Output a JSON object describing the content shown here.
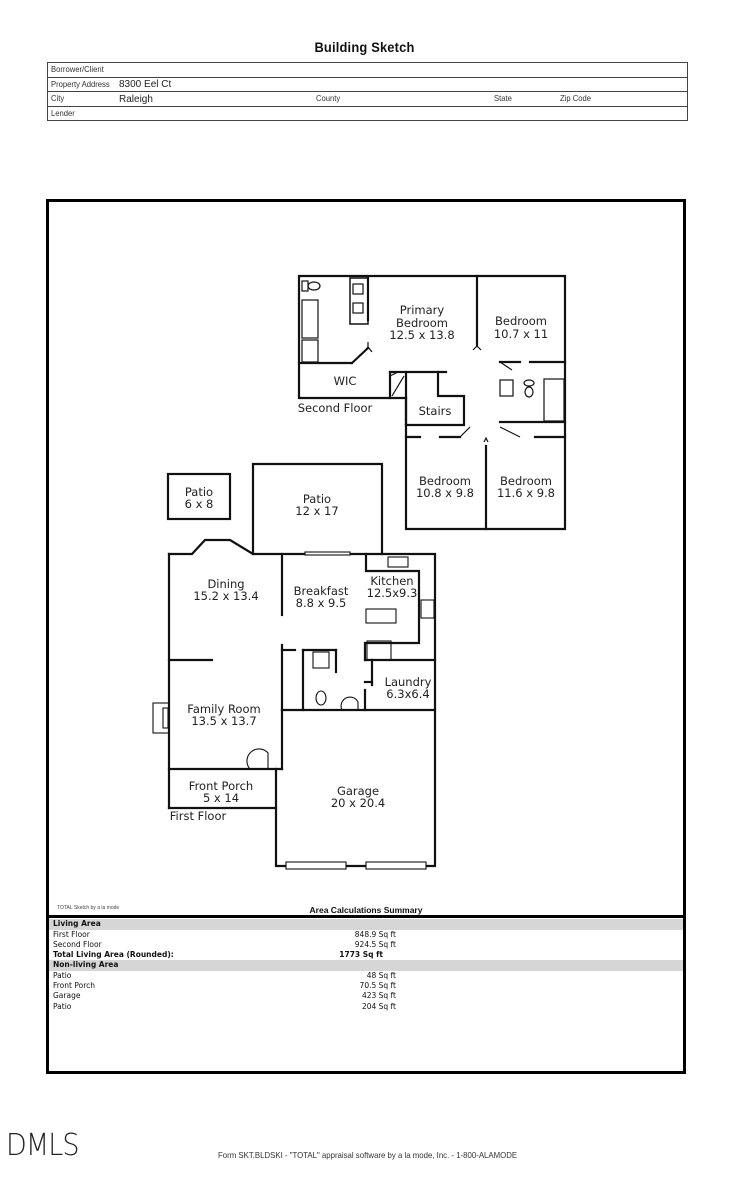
{
  "document": {
    "title": "Building Sketch",
    "header": {
      "borrower_label": "Borrower/Client",
      "borrower_value": "",
      "address_label": "Property Address",
      "address_value": "8300 Eel Ct",
      "city_label": "City",
      "city_value": "Raleigh",
      "county_label": "County",
      "state_label": "State",
      "zip_label": "Zip Code",
      "lender_label": "Lender"
    }
  },
  "sketch": {
    "second_floor_label": "Second Floor",
    "first_floor_label": "First Floor",
    "rooms": {
      "primary_bedroom": {
        "name1": "Primary",
        "name2": "Bedroom",
        "dims": "12.5 x 13.8"
      },
      "bedroom_ne": {
        "name": "Bedroom",
        "dims": "10.7 x 11"
      },
      "wic": {
        "name": "WIC"
      },
      "stairs": {
        "name": "Stairs"
      },
      "bedroom_sw": {
        "name": "Bedroom",
        "dims": "10.8 x 9.8"
      },
      "bedroom_se": {
        "name": "Bedroom",
        "dims": "11.6 x 9.8"
      },
      "patio_small": {
        "name": "Patio",
        "dims": "6 x 8"
      },
      "patio_large": {
        "name": "Patio",
        "dims": "12 x 17"
      },
      "dining": {
        "name": "Dining",
        "dims": "15.2 x 13.4"
      },
      "breakfast": {
        "name": "Breakfast",
        "dims": "8.8 x 9.5"
      },
      "kitchen": {
        "name": "Kitchen",
        "dims": "12.5x9.3"
      },
      "laundry": {
        "name": "Laundry",
        "dims": "6.3x6.4"
      },
      "family_room": {
        "name": "Family Room",
        "dims": "13.5 x 13.7"
      },
      "front_porch": {
        "name": "Front Porch",
        "dims": "5 x 14"
      },
      "garage": {
        "name": "Garage",
        "dims": "20 x 20.4"
      }
    }
  },
  "summary": {
    "credit": "TOTAL Sketch by a la mode",
    "title": "Area Calculations Summary",
    "living_header": "Living Area",
    "living": [
      {
        "label": "First Floor",
        "value": "848.9 Sq ft"
      },
      {
        "label": "Second Floor",
        "value": "924.5 Sq ft"
      }
    ],
    "total": {
      "label": "Total Living Area (Rounded):",
      "value": "1773 Sq ft"
    },
    "nonliving_header": "Non-living Area",
    "nonliving": [
      {
        "label": "Patio",
        "value": "48 Sq ft"
      },
      {
        "label": "Front Porch",
        "value": "70.5 Sq ft"
      },
      {
        "label": "Garage",
        "value": "423 Sq ft"
      },
      {
        "label": "Patio",
        "value": "204 Sq ft"
      }
    ]
  },
  "footer": {
    "logo": "DMLS",
    "form_text": "Form SKT.BLDSKI - \"TOTAL\" appraisal software by a la mode, Inc. - 1-800-ALAMODE"
  }
}
